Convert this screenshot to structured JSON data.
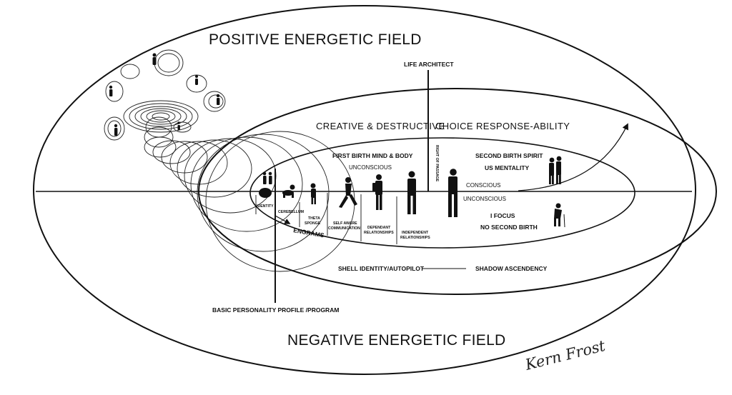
{
  "labels": {
    "positive_field": "POSITIVE ENERGETIC FIELD",
    "negative_field": "NEGATIVE ENERGETIC FIELD",
    "life_architect": "LIFE ARCHITECT",
    "creative_destructive": "CREATIVE & DESTRUCTIVE",
    "choice_response": "CHOICE RESPONSE-ABILITY",
    "first_birth": "FIRST BIRTH MIND & BODY",
    "unconscious_top": "UNCONSCIOUS",
    "right_of_passage": "RIGHT OF PASSAGE",
    "second_birth": "SECOND BIRTH SPIRIT",
    "us_mentality": "US MENTALITY",
    "conscious": "CONSCIOUS",
    "unconscious_mid": "UNCONSCIOUS",
    "i_focus": "I FOCUS",
    "no_second_birth": "NO SECOND BIRTH",
    "engrams": "ENGRAMS",
    "shell_identity": "SHELL IDENTITY/AUTOPILOT",
    "shadow_ascendency": "SHADOW ASCENDENCY",
    "basic_profile": "BASIC PERSONALITY PROFILE /PROGRAM",
    "signature": "Kern Frost"
  },
  "stages": [
    {
      "label": "IDENTITY"
    },
    {
      "label": "CEREBELLUM"
    },
    {
      "label_line1": "THETA",
      "label_line2": "SPONGE"
    },
    {
      "label_line1": "SELF AWARE",
      "label_line2": "COMMUNICATION"
    },
    {
      "label_line1": "DEPENDANT",
      "label_line2": "RELATIONSHIPS"
    },
    {
      "label_line1": "INDEPENDENT",
      "label_line2": "RELATIONSHIPS"
    }
  ]
}
